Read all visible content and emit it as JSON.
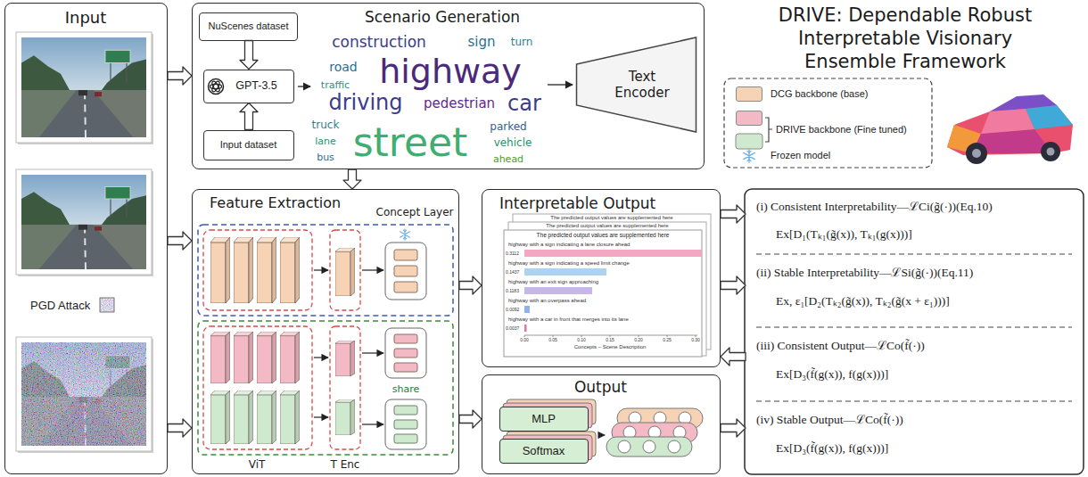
{
  "diagram": {
    "title": "DRIVE: Dependable Robust Interpretable Visionary Ensemble Framework",
    "nodes": [
      {
        "text": [
          "Input",
          "PGD Attack"
        ]
      },
      {
        "text": [
          "Scenario Generation"
        ]
      },
      {
        "text": [
          "NuScenes dataset"
        ],
        "in": 1
      },
      {
        "text": [
          "GPT-3.5"
        ],
        "in": 1
      },
      {
        "text": [
          "Input dataset"
        ],
        "in": 1
      },
      {
        "text": [
          "Text Encoder"
        ],
        "in": 1
      },
      {
        "text": [
          "Feature Extraction"
        ]
      },
      {
        "text": [
          "Interpretable Output"
        ]
      },
      {
        "text": [
          "Output"
        ]
      },
      {
        "text": [
          "MLP"
        ],
        "in": 8
      },
      {
        "text": [
          "Softmax"
        ],
        "in": 8
      },
      {
        "text": [
          "(i) Consistent Interpretability—ℒCi(g̃(·))(Eq.10)",
          "Ex[D₁(Tₖ₁(g̃(x)), Tₖ₁(g(x)))]"
        ]
      },
      {
        "text": [
          "(ii) Stable Interpretability—ℒSi(g̃(·))(Eq.11)",
          "Ex, ε₁[D₂(Tₖ₂(g̃(x)), Tₖ₂(g̃(x + ε₁)))]"
        ]
      },
      {
        "text": [
          "(iii) Consistent Output—ℒCo(f̃(·))",
          "Ex[D₃(f̃(g(x)), f(g(x)))]"
        ]
      },
      {
        "text": [
          "(iv) Stable Output—ℒCo(f̃(·))",
          "Ex[D₃(f̃(g(x)), f(g(x)))]"
        ]
      }
    ],
    "edges": [
      {
        "from": 0,
        "to": 1,
        "arrow": "to"
      },
      {
        "from": 0,
        "to": 6,
        "arrow": "to"
      },
      {
        "from": 0,
        "to": 6,
        "arrow": "to"
      },
      {
        "from": 2,
        "to": 3,
        "arrow": "to"
      },
      {
        "from": 4,
        "to": 3,
        "arrow": "to"
      },
      {
        "from": 1,
        "to": 6,
        "arrow": "to"
      },
      {
        "from": 6,
        "to": 7,
        "arrow": "to"
      },
      {
        "from": 6,
        "to": 8,
        "arrow": "to"
      },
      {
        "from": 7,
        "to": 11,
        "arrow": "to"
      },
      {
        "from": 7,
        "to": 12,
        "arrow": "to"
      },
      {
        "from": 13,
        "to": 7,
        "arrow": "to"
      },
      {
        "from": 8,
        "to": 14,
        "arrow": "to"
      }
    ],
    "labels": [
      "highway",
      "construction",
      "sign",
      "turn",
      "road",
      "traffic",
      "driving",
      "pedestrian",
      "car",
      "street",
      "parked",
      "truck",
      "lane",
      "bus",
      "vehicle",
      "ahead",
      "Concept Layer",
      "share",
      "ViT",
      "T Enc",
      "The predicted output values are supplemented here",
      "The predicted output values are supplemented here",
      "The predicted output values are supplemented here",
      "highway with a sign indicating a lane closure ahead",
      "0.3112",
      "highway with a sign indicating a speed limit change",
      "0.1437",
      "highway with an exit sign approaching",
      "0.1183",
      "highway with an overpass ahead",
      "0.0092",
      "highway with a car in front that merges into its lane",
      "0.0037",
      "0.00",
      "0.05",
      "0.10",
      "0.15",
      "0.20",
      "0.25",
      "0.30",
      "Concepts – Scene Description"
    ],
    "legend": [
      {
        "text": "DCG backbone (base)",
        "color": "#f7d3b6"
      },
      {
        "text": "DRIVE backbone (Fine tuned)",
        "color": "#f3b9c4"
      },
      {
        "text": "Frozen model"
      }
    ]
  }
}
